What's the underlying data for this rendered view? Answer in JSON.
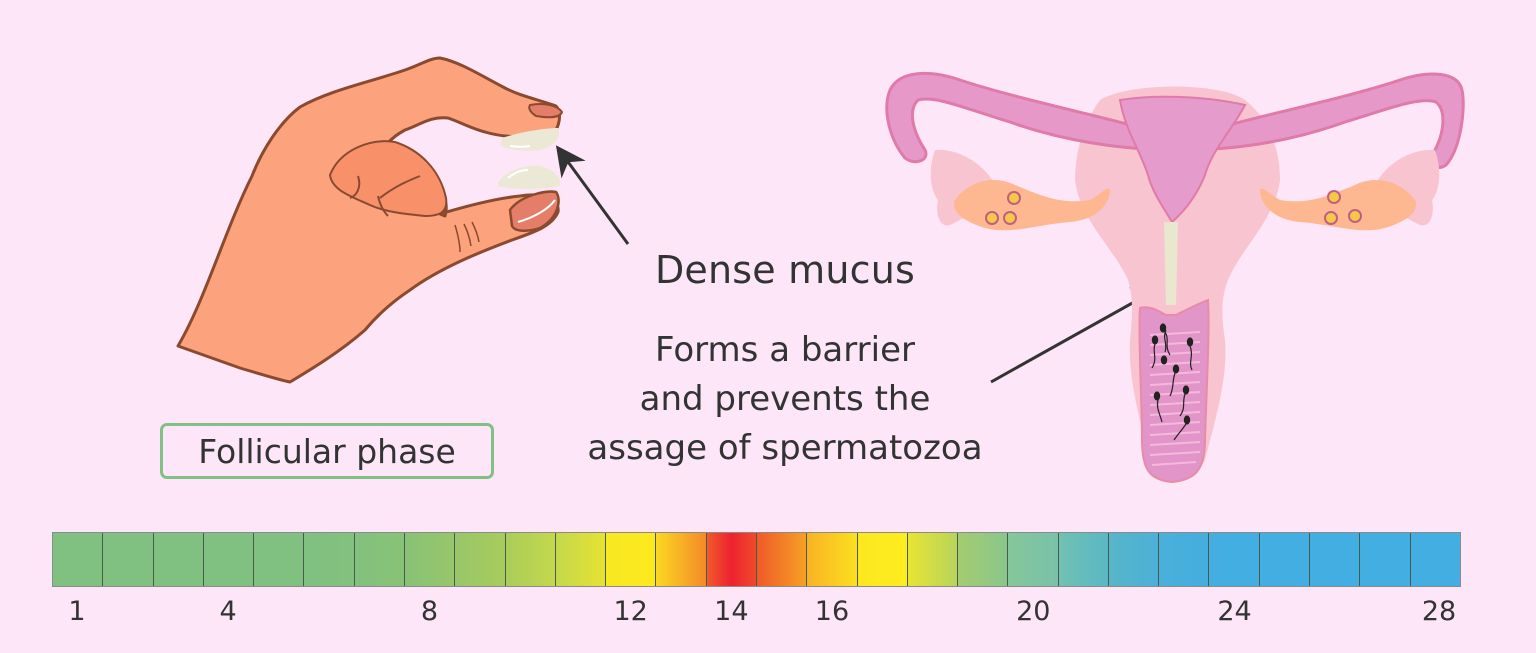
{
  "labels": {
    "dense_mucus": "Dense mucus",
    "description_lines": [
      "Forms a barrier",
      "and prevents the",
      "assage of spermatozoa"
    ],
    "phase": "Follicular phase"
  },
  "illustrations": {
    "left": "hand-pinching-dense-mucus",
    "right": "uterus-with-cervical-mucus-plug-and-spermatozoa"
  },
  "colors": {
    "background": "#fde6f8",
    "phase_border": "#80c084",
    "text": "#333333",
    "arrow": "#333333"
  },
  "cycle_scale": {
    "days": 28,
    "tick_labels": [
      {
        "day": 1,
        "label": "1"
      },
      {
        "day": 4,
        "label": "4"
      },
      {
        "day": 8,
        "label": "8"
      },
      {
        "day": 12,
        "label": "12"
      },
      {
        "day": 14,
        "label": "14"
      },
      {
        "day": 16,
        "label": "16"
      },
      {
        "day": 20,
        "label": "20"
      },
      {
        "day": 24,
        "label": "24"
      },
      {
        "day": 28,
        "label": "28"
      }
    ],
    "cell_colors": [
      [
        "#80c080",
        "#80c080"
      ],
      [
        "#80c080",
        "#80c080"
      ],
      [
        "#80c080",
        "#80c080"
      ],
      [
        "#80c080",
        "#80c080"
      ],
      [
        "#80c080",
        "#80c080"
      ],
      [
        "#80c080",
        "#82c17e"
      ],
      [
        "#82c17e",
        "#88c276"
      ],
      [
        "#88c276",
        "#98c66a"
      ],
      [
        "#98c66a",
        "#a8cc5c"
      ],
      [
        "#aacd5a",
        "#c4d84c"
      ],
      [
        "#c4d84c",
        "#e6e232"
      ],
      [
        "#f6e822",
        "#fdea1e"
      ],
      [
        "#fbd822",
        "#f48a28"
      ],
      [
        "#f05a2a",
        "#ee2230",
        "#ef4a2a"
      ],
      [
        "#ef5a28",
        "#f6a025"
      ],
      [
        "#f8b224",
        "#fce020"
      ],
      [
        "#fde820",
        "#fdec1e"
      ],
      [
        "#e8e432",
        "#b8d45c"
      ],
      [
        "#a4cc70",
        "#8ac68c"
      ],
      [
        "#86c69a",
        "#78c2aa"
      ],
      [
        "#72c0b2",
        "#5ab8c4"
      ],
      [
        "#58b6c8",
        "#4cb0d8"
      ],
      [
        "#4ab0da",
        "#44aedf"
      ],
      [
        "#44aee0",
        "#42aee2"
      ],
      [
        "#42aee2",
        "#42aee2"
      ],
      [
        "#42aee2",
        "#42aee2"
      ],
      [
        "#42aee2",
        "#42aee2"
      ],
      [
        "#42aee2",
        "#42aee2"
      ]
    ]
  }
}
